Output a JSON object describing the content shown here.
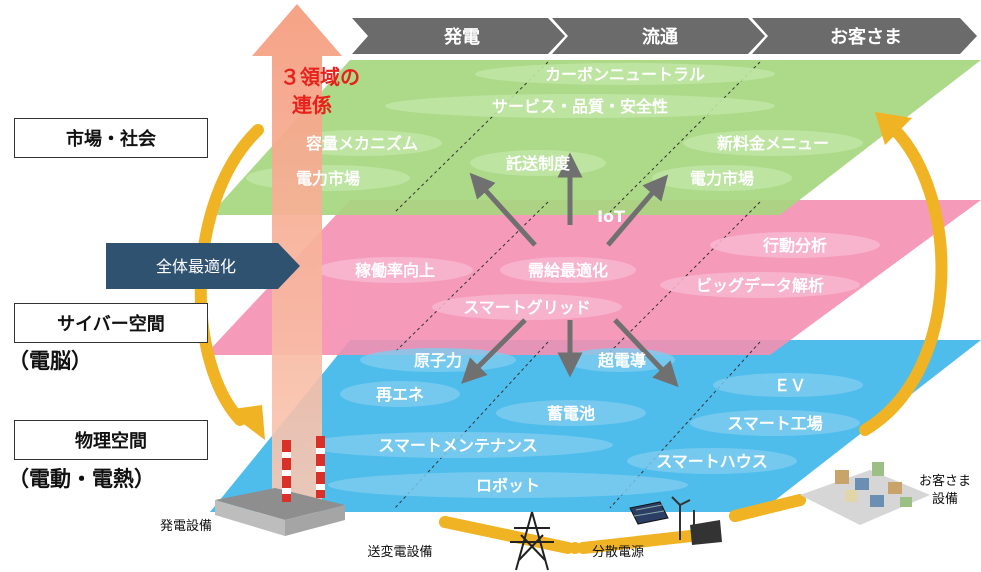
{
  "header_steps": [
    "発電",
    "流通",
    "お客さま"
  ],
  "link_title": [
    "３領域の",
    "連係"
  ],
  "layers": {
    "market": {
      "label": "市場・社会",
      "items": [
        "カーボンニュートラル",
        "サービス・品質・安全性",
        "容量メカニズム",
        "託送制度",
        "新料金メニュー",
        "電力市場",
        "電力市場"
      ]
    },
    "cyber": {
      "label_line1": "サイバー空間",
      "label_line2": "（電脳）",
      "items": [
        "IoT",
        "行動分析",
        "稼働率向上",
        "需給最適化",
        "ビッグデータ解析",
        "スマートグリッド"
      ]
    },
    "physical": {
      "label_line1": "物理空間",
      "label_line2": "（電動・電熱）",
      "items": [
        "原子力",
        "超電導",
        "再エネ",
        "ＥＶ",
        "蓄電池",
        "スマート工場",
        "スマートメンテナンス",
        "スマートハウス",
        "ロボット"
      ]
    }
  },
  "optimize_label": "全体最適化",
  "facilities": {
    "power_plant": "発電設備",
    "transmission": "送変電設備",
    "distributed": "分散電源",
    "customer_line1": "お客さま",
    "customer_line2": "設備"
  },
  "colors": {
    "market_layer": "#a6d77f",
    "cyber_layer": "#f48fb1",
    "physical_layer": "#3fb7ea",
    "header_chevron": "#6b6b6b",
    "curved_arrow": "#f0b323",
    "vertical_arrow": "#f7b49a",
    "title_red": "#e8211c",
    "optimize_box": "#2f5271"
  }
}
